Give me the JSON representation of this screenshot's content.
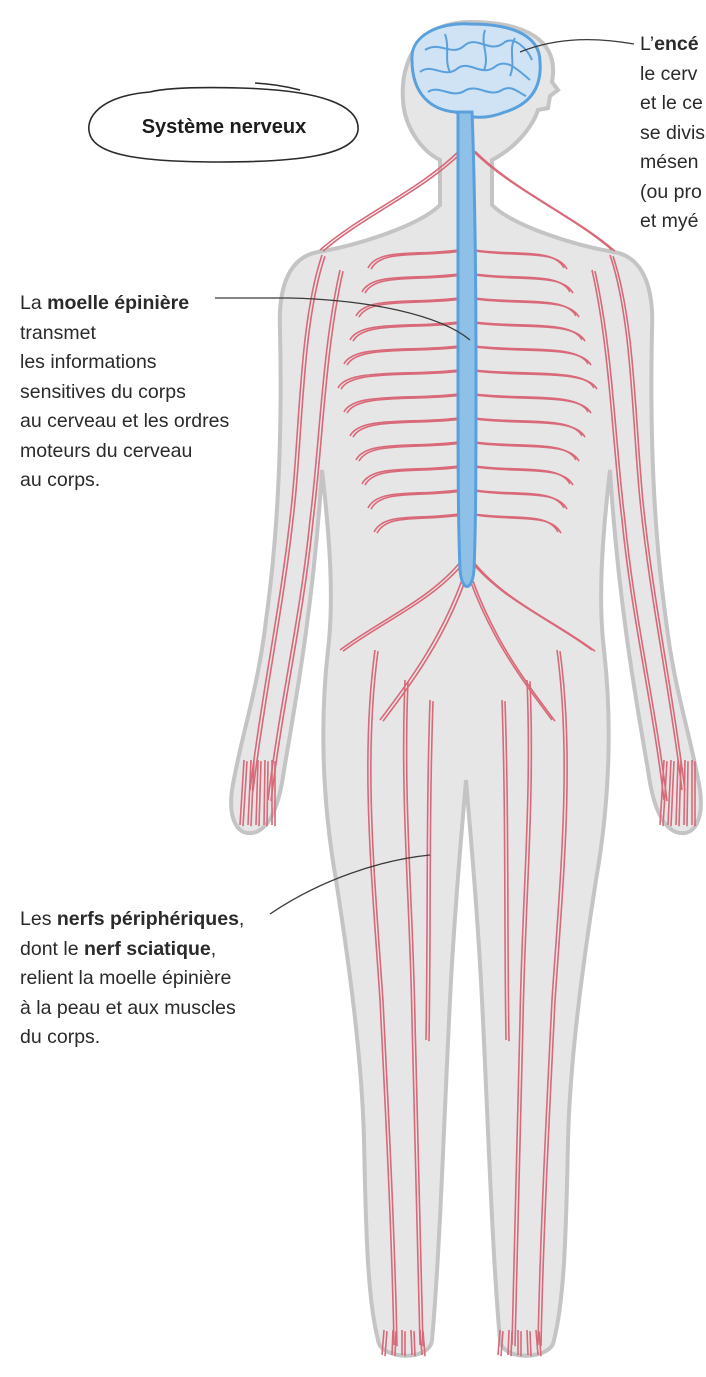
{
  "title": "Système nerveux",
  "labels": {
    "brain": {
      "lines": [
        {
          "pre": "L’",
          "bold": "encé",
          "post": ""
        },
        {
          "pre": "le cerv",
          "bold": "",
          "post": ""
        },
        {
          "pre": "et le ce",
          "bold": "",
          "post": ""
        },
        {
          "pre": "se divis",
          "bold": "",
          "post": ""
        },
        {
          "pre": "mésen",
          "bold": "",
          "post": ""
        },
        {
          "pre": "(ou pro",
          "bold": "",
          "post": ""
        },
        {
          "pre": "et myé",
          "bold": "",
          "post": ""
        }
      ]
    },
    "spine": {
      "lines": [
        {
          "pre": "La ",
          "bold": "moelle épinière",
          "post": ""
        },
        {
          "pre": "transmet",
          "bold": "",
          "post": ""
        },
        {
          "pre": "les informations",
          "bold": "",
          "post": ""
        },
        {
          "pre": "sensitives du corps",
          "bold": "",
          "post": ""
        },
        {
          "pre": "au cerveau et les ordres",
          "bold": "",
          "post": ""
        },
        {
          "pre": "moteurs du cerveau",
          "bold": "",
          "post": ""
        },
        {
          "pre": "au corps.",
          "bold": "",
          "post": ""
        }
      ]
    },
    "nerves": {
      "lines": [
        {
          "pre": "Les ",
          "bold": "nerfs périphériques",
          "post": ","
        },
        {
          "pre": "dont le ",
          "bold": "nerf sciatique",
          "post": ","
        },
        {
          "pre": "relient la moelle épinière",
          "bold": "",
          "post": ""
        },
        {
          "pre": "à la peau et aux muscles",
          "bold": "",
          "post": ""
        },
        {
          "pre": "du corps.",
          "bold": "",
          "post": ""
        }
      ]
    }
  },
  "colors": {
    "body_fill": "#e6e6e6",
    "body_outline": "#c4c4c4",
    "nerve": "#d96878",
    "cns": "#5aa0dc",
    "cns_fill": "#8fc0e8",
    "leader": "#3a3a3a"
  }
}
